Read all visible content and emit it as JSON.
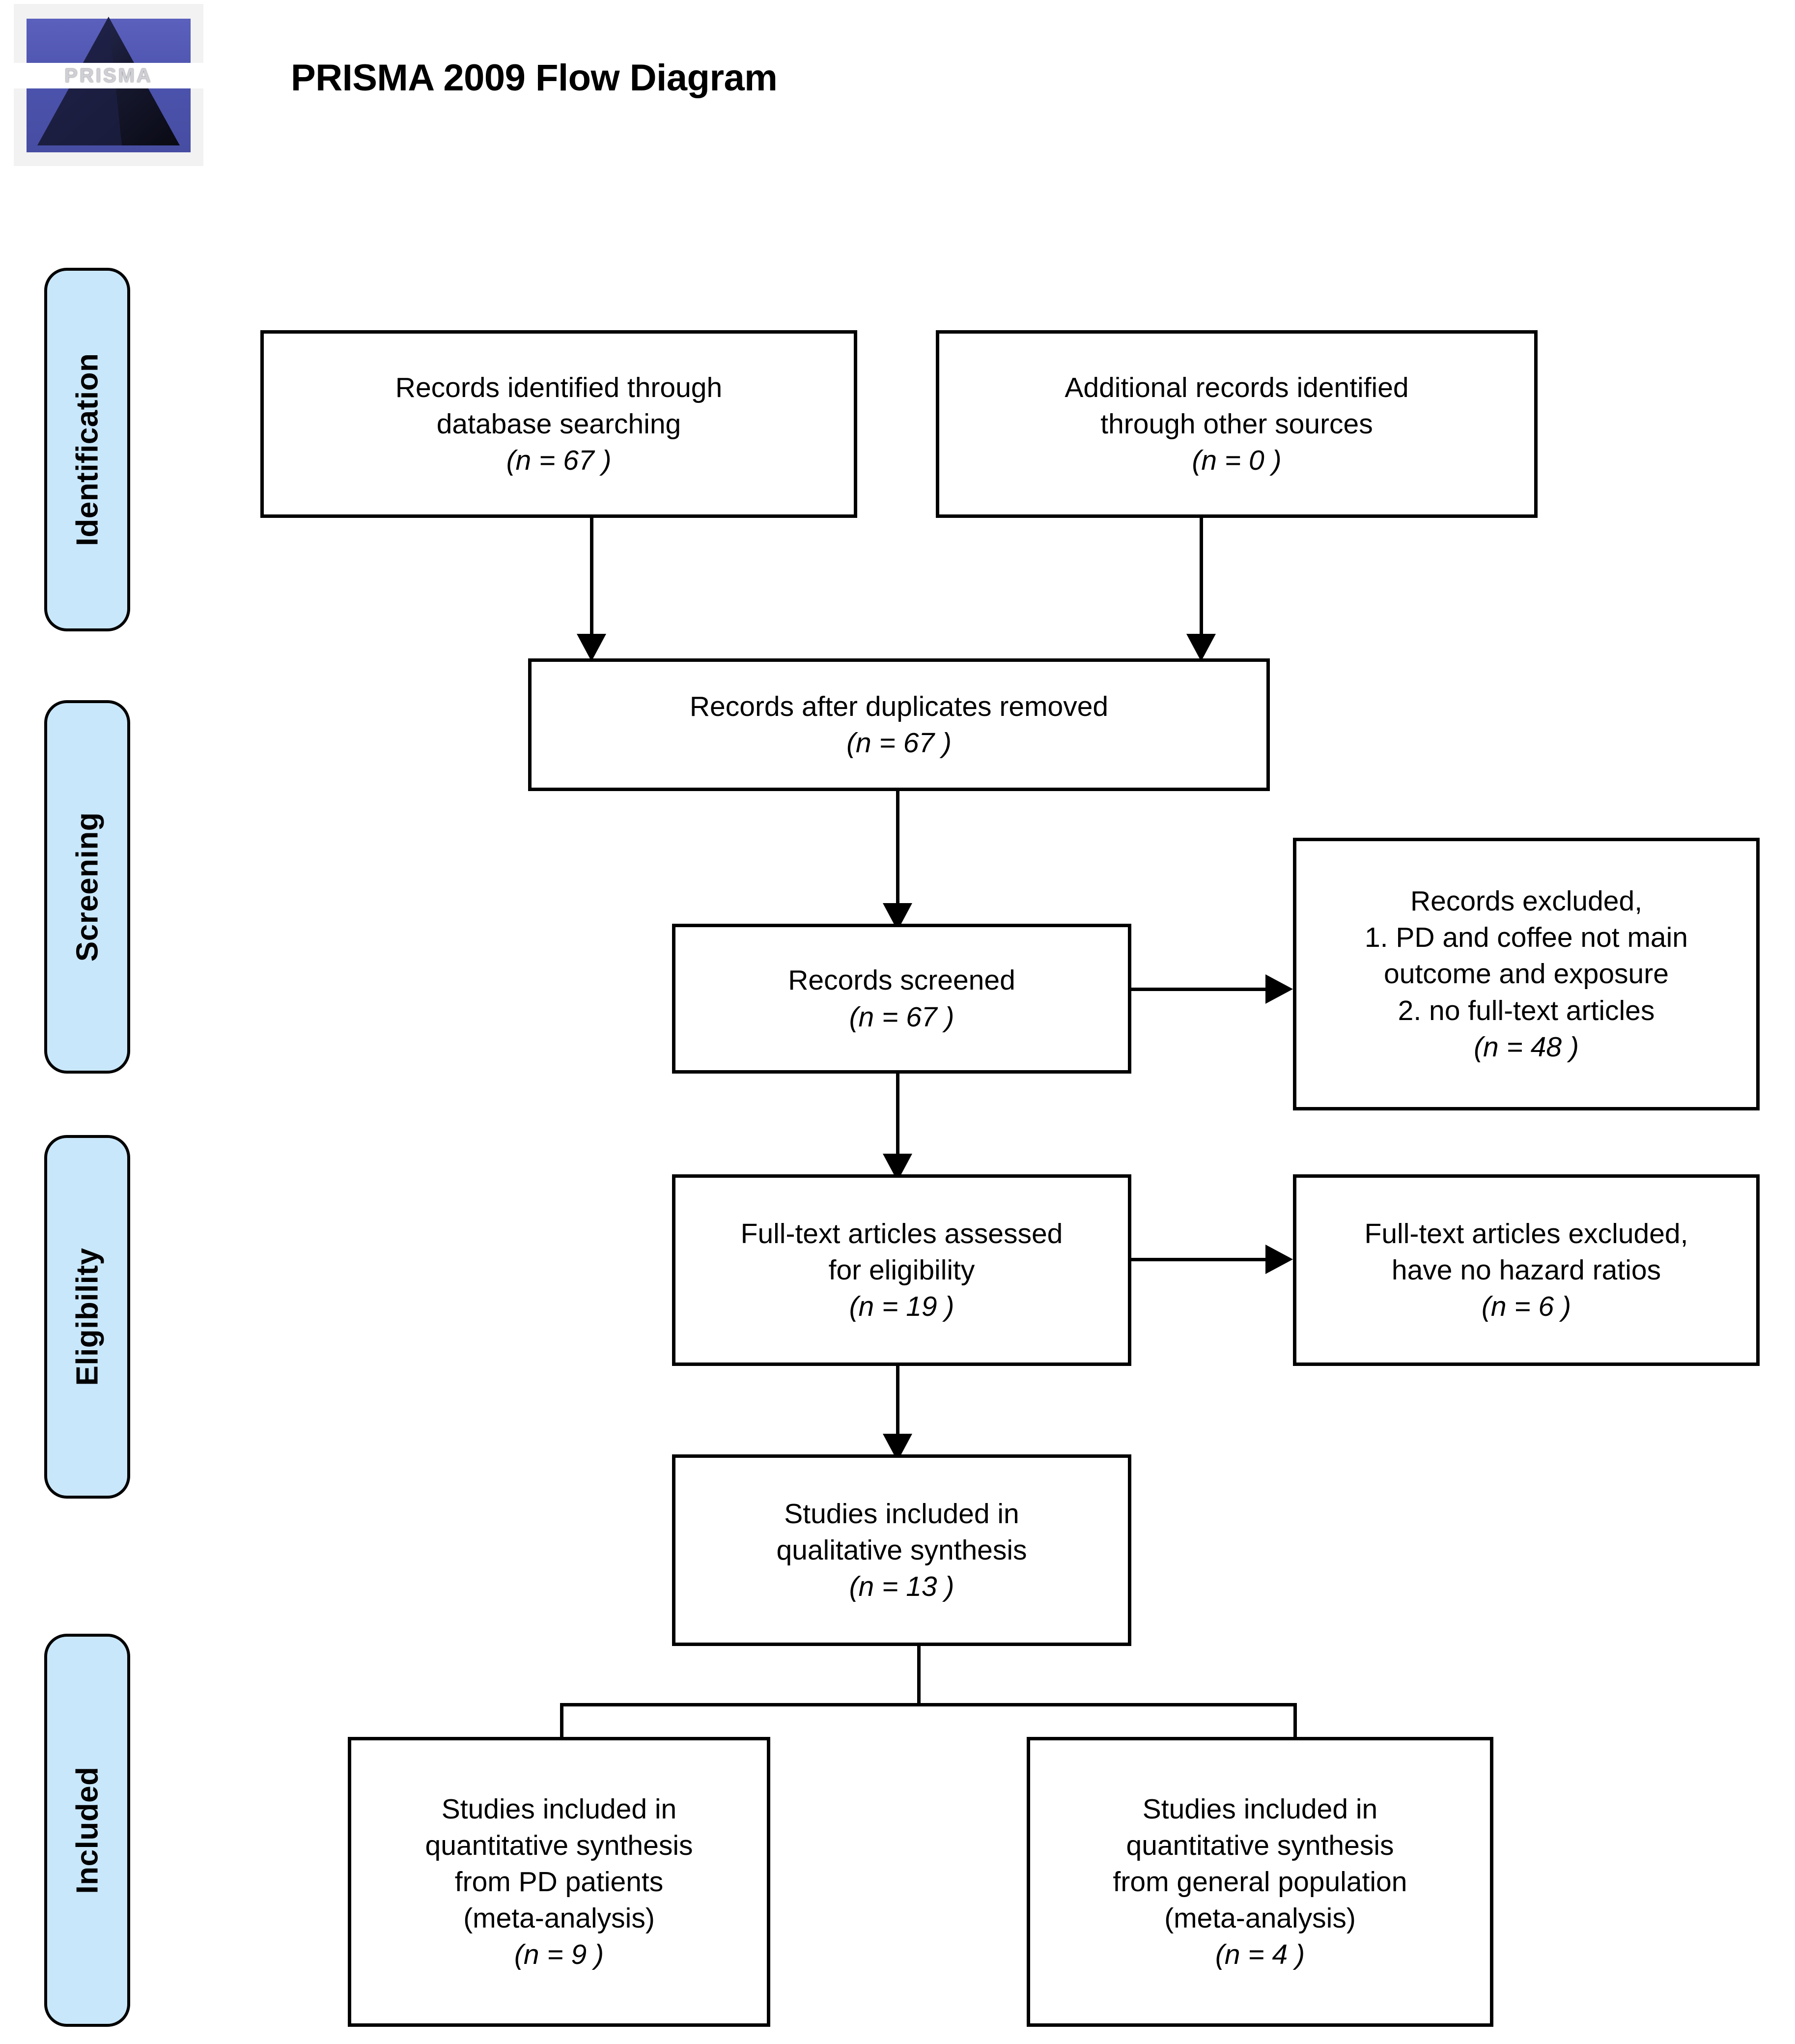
{
  "header": {
    "title": "PRISMA 2009 Flow Diagram",
    "logo_word": "PRISMA",
    "logo_name": "prisma-logo"
  },
  "phases": [
    {
      "label": "Identification"
    },
    {
      "label": "Screening"
    },
    {
      "label": "Eligibility"
    },
    {
      "label": "Included"
    }
  ],
  "colors": {
    "phase_fill": "#c9e7fb",
    "stroke": "#000000",
    "box_fill": "#ffffff",
    "logo_blue": "#4a50a8"
  },
  "chart_data": {
    "type": "diagram",
    "title": "PRISMA 2009 Flow Diagram",
    "nodes": [
      {
        "id": "db-search",
        "phase": "Identification",
        "lines": [
          "Records identified through",
          "database searching"
        ],
        "n_label": "(n = 67 )",
        "n": 67
      },
      {
        "id": "other-sources",
        "phase": "Identification",
        "lines": [
          "Additional records identified",
          "through other sources"
        ],
        "n_label": "(n = 0 )",
        "n": 0
      },
      {
        "id": "duplicates-removed",
        "phase": "Screening",
        "lines": [
          "Records after duplicates removed"
        ],
        "n_label": "(n = 67 )",
        "n": 67
      },
      {
        "id": "records-screened",
        "phase": "Screening",
        "lines": [
          "Records screened"
        ],
        "n_label": "(n = 67 )",
        "n": 67
      },
      {
        "id": "records-excluded",
        "phase": "Screening",
        "lines": [
          "Records excluded,",
          "1. PD and coffee not main",
          "outcome and exposure",
          "2. no full-text articles"
        ],
        "n_label": "(n = 48 )",
        "n": 48
      },
      {
        "id": "fulltext-assessed",
        "phase": "Eligibility",
        "lines": [
          "Full-text articles assessed",
          "for eligibility"
        ],
        "n_label": "(n = 19 )",
        "n": 19
      },
      {
        "id": "fulltext-excluded",
        "phase": "Eligibility",
        "lines": [
          "Full-text articles excluded,",
          "have no hazard ratios"
        ],
        "n_label": "(n = 6 )",
        "n": 6
      },
      {
        "id": "qualitative-synthesis",
        "phase": "Included",
        "lines": [
          "Studies included in",
          "qualitative synthesis"
        ],
        "n_label": "(n = 13 )",
        "n": 13
      },
      {
        "id": "quantitative-pd",
        "phase": "Included",
        "lines": [
          "Studies included in",
          "quantitative synthesis",
          "from PD patients",
          "(meta-analysis)"
        ],
        "n_label": "(n = 9 )",
        "n": 9
      },
      {
        "id": "quantitative-general",
        "phase": "Included",
        "lines": [
          "Studies included in",
          "quantitative synthesis",
          "from general population",
          "(meta-analysis)"
        ],
        "n_label": "(n = 4 )",
        "n": 4
      }
    ],
    "edges": [
      {
        "from": "db-search",
        "to": "duplicates-removed"
      },
      {
        "from": "other-sources",
        "to": "duplicates-removed"
      },
      {
        "from": "duplicates-removed",
        "to": "records-screened"
      },
      {
        "from": "records-screened",
        "to": "records-excluded"
      },
      {
        "from": "records-screened",
        "to": "fulltext-assessed"
      },
      {
        "from": "fulltext-assessed",
        "to": "fulltext-excluded"
      },
      {
        "from": "fulltext-assessed",
        "to": "qualitative-synthesis"
      },
      {
        "from": "qualitative-synthesis",
        "to": "quantitative-pd"
      },
      {
        "from": "qualitative-synthesis",
        "to": "quantitative-general"
      }
    ]
  }
}
